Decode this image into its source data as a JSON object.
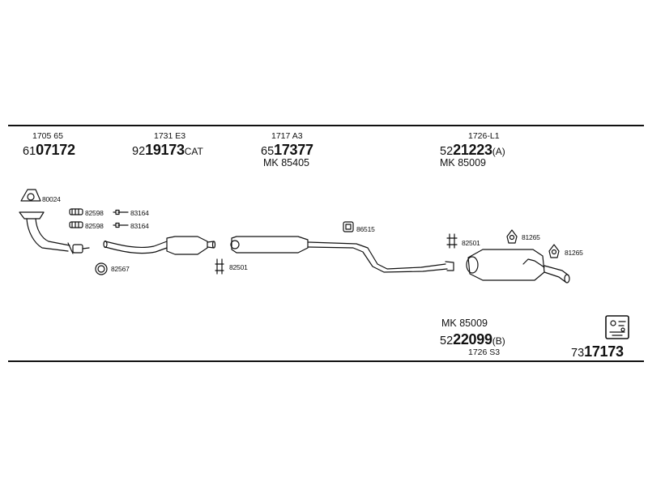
{
  "top_group": [
    {
      "code": "1705 65",
      "prefix": "61",
      "number": "07172",
      "suffix": ""
    },
    {
      "code": "1731 E3",
      "prefix": "92",
      "number": "19173",
      "suffix": "CAT"
    },
    {
      "code": "1717 A3",
      "prefix": "65",
      "number": "17377",
      "suffix": "",
      "kit": "MK 85405"
    },
    {
      "code": "1726-L1",
      "prefix": "52",
      "number": "21223",
      "suffix": "(A)",
      "kit": "MK 85009"
    }
  ],
  "bottom_group": {
    "kit": "MK 85009",
    "prefix": "52",
    "number": "22099",
    "suffix": "(B)",
    "code": "1726 S3"
  },
  "corner_ref": {
    "prefix": "73",
    "number": "17173"
  },
  "part_labels": [
    "80024",
    "82598",
    "82598",
    "83164",
    "83164",
    "82567",
    "82501",
    "86515",
    "82501",
    "81265",
    "81265"
  ],
  "colors": {
    "line": "#111111",
    "background": "#ffffff"
  },
  "icons": [
    "gasket-icon",
    "clamp-icon",
    "bolt-icon",
    "ring-icon",
    "bracket-icon",
    "rubber-mount-icon",
    "parts-box-icon"
  ]
}
